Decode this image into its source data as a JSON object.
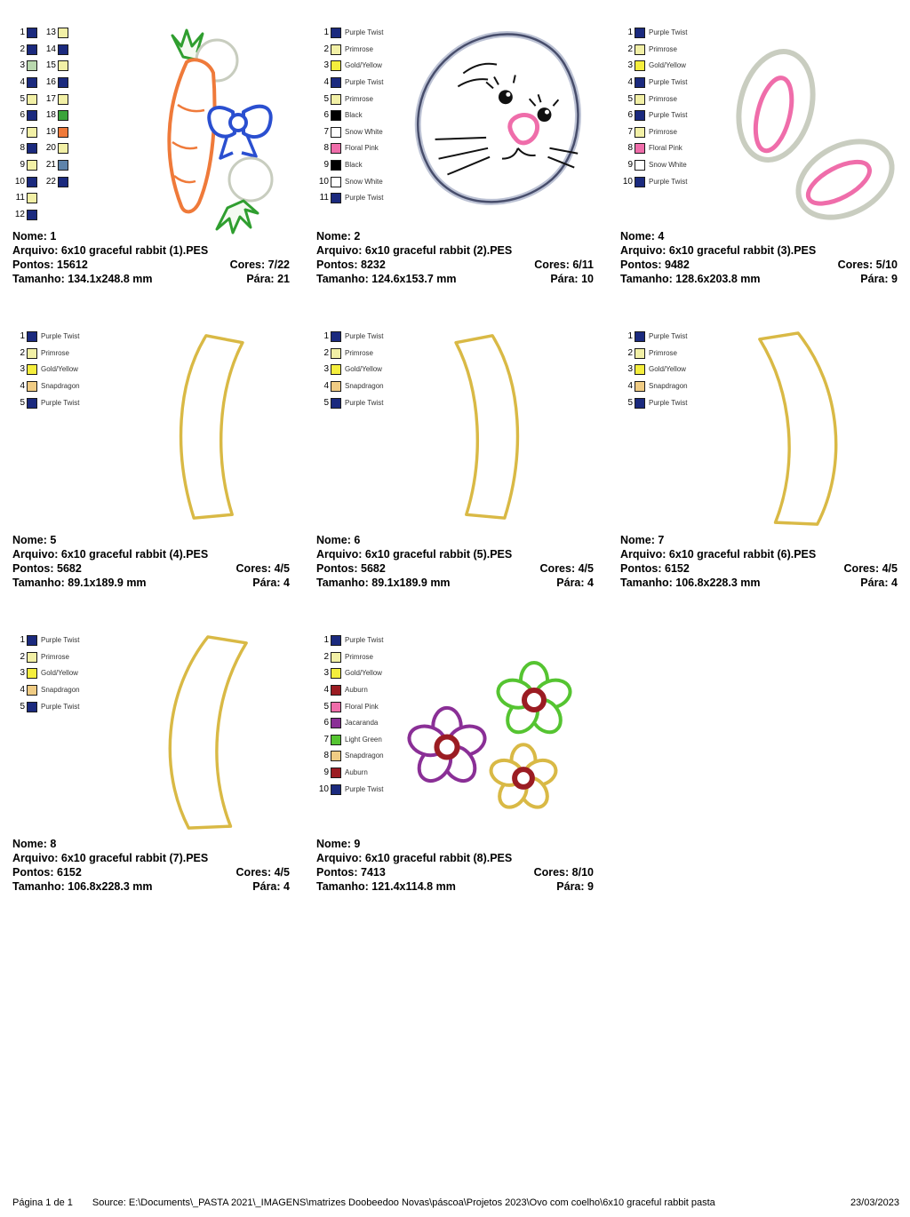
{
  "labels": {
    "nome": "Nome:",
    "arquivo": "Arquivo:",
    "pontos": "Pontos:",
    "cores": "Cores:",
    "tamanho": "Tamanho:",
    "para": "Pára:"
  },
  "footer": {
    "page_label": "Página 1 de 1",
    "source": "Source: E:\\Documents\\_PASTA 2021\\_IMAGENS\\matrizes Doobeedoo Novas\\páscoa\\Projetos 2023\\Ovo com coelho\\6x10 graceful rabbit pasta",
    "date": "23/03/2023"
  },
  "palette": {
    "purple_twist": "#1b2a7e",
    "primrose": "#f2f0a6",
    "gold_yellow": "#f5ee3d",
    "black": "#000000",
    "snow_white": "#ffffff",
    "floral_pink": "#ef6daa",
    "snapdragon": "#f0cc84",
    "auburn": "#9b1c22",
    "jacaranda": "#8a2f96",
    "light_green": "#55c431"
  },
  "designs": [
    {
      "nome": "1",
      "arquivo": "6x10 graceful rabbit (1).PES",
      "pontos": "15612",
      "cores": "7/22",
      "tamanho": "134.1x248.8 mm",
      "para": "21",
      "thumbnail": "carrot-with-bow",
      "colors": [
        {
          "num": "1",
          "name": "",
          "hex": "#1b2a7e"
        },
        {
          "num": "2",
          "name": "",
          "hex": "#1b2a7e"
        },
        {
          "num": "3",
          "name": "",
          "hex": "#b9d8ae"
        },
        {
          "num": "4",
          "name": "",
          "hex": "#1b2a7e"
        },
        {
          "num": "5",
          "name": "",
          "hex": "#f2f0a6"
        },
        {
          "num": "6",
          "name": "",
          "hex": "#1b2a7e"
        },
        {
          "num": "7",
          "name": "",
          "hex": "#f2f0a6"
        },
        {
          "num": "8",
          "name": "",
          "hex": "#1b2a7e"
        },
        {
          "num": "9",
          "name": "",
          "hex": "#f2f0a6"
        },
        {
          "num": "10",
          "name": "",
          "hex": "#1b2a7e"
        },
        {
          "num": "11",
          "name": "",
          "hex": "#f2f0a6"
        },
        {
          "num": "12",
          "name": "",
          "hex": "#1b2a7e"
        },
        {
          "num": "13",
          "name": "",
          "hex": "#f2f0a6"
        },
        {
          "num": "14",
          "name": "",
          "hex": "#1b2a7e"
        },
        {
          "num": "15",
          "name": "",
          "hex": "#f2f0a6"
        },
        {
          "num": "16",
          "name": "",
          "hex": "#1b2a7e"
        },
        {
          "num": "17",
          "name": "",
          "hex": "#f2f0a6"
        },
        {
          "num": "18",
          "name": "",
          "hex": "#3aa33a"
        },
        {
          "num": "19",
          "name": "",
          "hex": "#ef7a3a"
        },
        {
          "num": "20",
          "name": "",
          "hex": "#f2f0a6"
        },
        {
          "num": "21",
          "name": "",
          "hex": "#5e83aa"
        },
        {
          "num": "22",
          "name": "",
          "hex": "#1b2a7e"
        }
      ]
    },
    {
      "nome": "2",
      "arquivo": "6x10 graceful rabbit (2).PES",
      "pontos": "8232",
      "cores": "6/11",
      "tamanho": "124.6x153.7 mm",
      "para": "10",
      "thumbnail": "rabbit-face",
      "colors": [
        {
          "num": "1",
          "name": "Purple Twist",
          "hex": "#1b2a7e"
        },
        {
          "num": "2",
          "name": "Primrose",
          "hex": "#f2f0a6"
        },
        {
          "num": "3",
          "name": "Gold/Yellow",
          "hex": "#f5ee3d"
        },
        {
          "num": "4",
          "name": "Purple Twist",
          "hex": "#1b2a7e"
        },
        {
          "num": "5",
          "name": "Primrose",
          "hex": "#f2f0a6"
        },
        {
          "num": "6",
          "name": "Black",
          "hex": "#000000"
        },
        {
          "num": "7",
          "name": "Snow White",
          "hex": "#ffffff"
        },
        {
          "num": "8",
          "name": "Floral Pink",
          "hex": "#ef6daa"
        },
        {
          "num": "9",
          "name": "Black",
          "hex": "#000000"
        },
        {
          "num": "10",
          "name": "Snow White",
          "hex": "#ffffff"
        },
        {
          "num": "11",
          "name": "Purple Twist",
          "hex": "#1b2a7e"
        }
      ]
    },
    {
      "nome": "4",
      "arquivo": "6x10 graceful rabbit (3).PES",
      "pontos": "9482",
      "cores": "5/10",
      "tamanho": "128.6x203.8 mm",
      "para": "9",
      "thumbnail": "rabbit-ears",
      "colors": [
        {
          "num": "1",
          "name": "Purple Twist",
          "hex": "#1b2a7e"
        },
        {
          "num": "2",
          "name": "Primrose",
          "hex": "#f2f0a6"
        },
        {
          "num": "3",
          "name": "Gold/Yellow",
          "hex": "#f5ee3d"
        },
        {
          "num": "4",
          "name": "Purple Twist",
          "hex": "#1b2a7e"
        },
        {
          "num": "5",
          "name": "Primrose",
          "hex": "#f2f0a6"
        },
        {
          "num": "6",
          "name": "Purple Twist",
          "hex": "#1b2a7e"
        },
        {
          "num": "7",
          "name": "Primrose",
          "hex": "#f2f0a6"
        },
        {
          "num": "8",
          "name": "Floral Pink",
          "hex": "#ef6daa"
        },
        {
          "num": "9",
          "name": "Snow White",
          "hex": "#ffffff"
        },
        {
          "num": "10",
          "name": "Purple Twist",
          "hex": "#1b2a7e"
        }
      ]
    },
    {
      "nome": "5",
      "arquivo": "6x10 graceful rabbit (4).PES",
      "pontos": "5682",
      "cores": "4/5",
      "tamanho": "89.1x189.9 mm",
      "para": "4",
      "thumbnail": "egg-arc-1",
      "colors": [
        {
          "num": "1",
          "name": "Purple Twist",
          "hex": "#1b2a7e"
        },
        {
          "num": "2",
          "name": "Primrose",
          "hex": "#f2f0a6"
        },
        {
          "num": "3",
          "name": "Gold/Yellow",
          "hex": "#f5ee3d"
        },
        {
          "num": "4",
          "name": "Snapdragon",
          "hex": "#f0cc84"
        },
        {
          "num": "5",
          "name": "Purple Twist",
          "hex": "#1b2a7e"
        }
      ]
    },
    {
      "nome": "6",
      "arquivo": "6x10 graceful rabbit (5).PES",
      "pontos": "5682",
      "cores": "4/5",
      "tamanho": "89.1x189.9 mm",
      "para": "4",
      "thumbnail": "egg-arc-2",
      "colors": [
        {
          "num": "1",
          "name": "Purple Twist",
          "hex": "#1b2a7e"
        },
        {
          "num": "2",
          "name": "Primrose",
          "hex": "#f2f0a6"
        },
        {
          "num": "3",
          "name": "Gold/Yellow",
          "hex": "#f5ee3d"
        },
        {
          "num": "4",
          "name": "Snapdragon",
          "hex": "#f0cc84"
        },
        {
          "num": "5",
          "name": "Purple Twist",
          "hex": "#1b2a7e"
        }
      ]
    },
    {
      "nome": "7",
      "arquivo": "6x10 graceful rabbit (6).PES",
      "pontos": "6152",
      "cores": "4/5",
      "tamanho": "106.8x228.3 mm",
      "para": "4",
      "thumbnail": "egg-arc-3",
      "colors": [
        {
          "num": "1",
          "name": "Purple Twist",
          "hex": "#1b2a7e"
        },
        {
          "num": "2",
          "name": "Primrose",
          "hex": "#f2f0a6"
        },
        {
          "num": "3",
          "name": "Gold/Yellow",
          "hex": "#f5ee3d"
        },
        {
          "num": "4",
          "name": "Snapdragon",
          "hex": "#f0cc84"
        },
        {
          "num": "5",
          "name": "Purple Twist",
          "hex": "#1b2a7e"
        }
      ]
    },
    {
      "nome": "8",
      "arquivo": "6x10 graceful rabbit (7).PES",
      "pontos": "6152",
      "cores": "4/5",
      "tamanho": "106.8x228.3 mm",
      "para": "4",
      "thumbnail": "egg-arc-4",
      "colors": [
        {
          "num": "1",
          "name": "Purple Twist",
          "hex": "#1b2a7e"
        },
        {
          "num": "2",
          "name": "Primrose",
          "hex": "#f2f0a6"
        },
        {
          "num": "3",
          "name": "Gold/Yellow",
          "hex": "#f5ee3d"
        },
        {
          "num": "4",
          "name": "Snapdragon",
          "hex": "#f0cc84"
        },
        {
          "num": "5",
          "name": "Purple Twist",
          "hex": "#1b2a7e"
        }
      ]
    },
    {
      "nome": "9",
      "arquivo": "6x10 graceful rabbit (8).PES",
      "pontos": "7413",
      "cores": "8/10",
      "tamanho": "121.4x114.8 mm",
      "para": "9",
      "thumbnail": "flowers",
      "colors": [
        {
          "num": "1",
          "name": "Purple Twist",
          "hex": "#1b2a7e"
        },
        {
          "num": "2",
          "name": "Primrose",
          "hex": "#f2f0a6"
        },
        {
          "num": "3",
          "name": "Gold/Yellow",
          "hex": "#f5ee3d"
        },
        {
          "num": "4",
          "name": "Auburn",
          "hex": "#9b1c22"
        },
        {
          "num": "5",
          "name": "Floral Pink",
          "hex": "#ef6daa"
        },
        {
          "num": "6",
          "name": "Jacaranda",
          "hex": "#8a2f96"
        },
        {
          "num": "7",
          "name": "Light Green",
          "hex": "#55c431"
        },
        {
          "num": "8",
          "name": "Snapdragon",
          "hex": "#f0cc84"
        },
        {
          "num": "9",
          "name": "Auburn",
          "hex": "#9b1c22"
        },
        {
          "num": "10",
          "name": "Purple Twist",
          "hex": "#1b2a7e"
        }
      ]
    }
  ]
}
